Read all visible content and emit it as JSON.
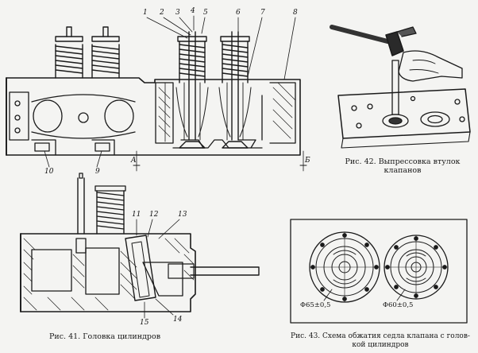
{
  "figures": [
    {
      "id": "fig41",
      "caption": "Рис. 41. Головка цилиндров"
    },
    {
      "id": "fig42",
      "caption_line1": "Рис. 42. Выпрессовка втулок",
      "caption_line2": "клапанов"
    },
    {
      "id": "fig43",
      "caption_line1": "Рис. 43. Схема обжатия седла клапана с голов-",
      "caption_line2": "кой цилиндров"
    }
  ],
  "callouts_top": [
    "1",
    "2",
    "3",
    "4",
    "5",
    "6",
    "7",
    "8"
  ],
  "callouts_other": [
    "10",
    "9",
    "11",
    "12",
    "13",
    "15",
    "14"
  ],
  "section_marks": [
    "A",
    "Б"
  ],
  "dimensions": {
    "left": "Φ65±0,5",
    "right": "Φ60±0,5"
  }
}
